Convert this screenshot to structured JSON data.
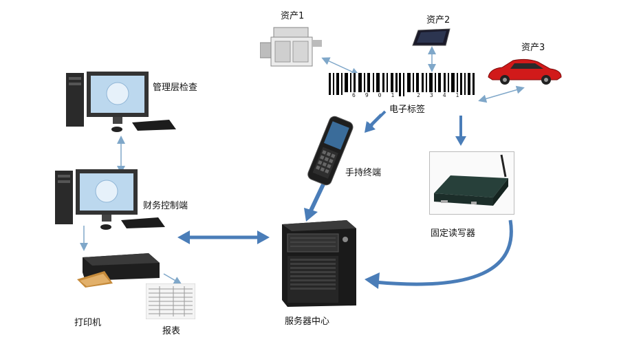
{
  "labels": {
    "asset1": "资产1",
    "asset2": "资产2",
    "asset3": "资产3",
    "rfid_tag": "电子标签",
    "management_check": "管理层检查",
    "finance_terminal": "财务控制端",
    "handheld_terminal": "手持终端",
    "fixed_reader": "固定读写器",
    "server_center": "服务器中心",
    "printer": "打印机",
    "report": "报表"
  },
  "barcode_text": "6901 2341",
  "colors": {
    "thin_arrow": "#7fa7c9",
    "thick_arrow": "#4a7db8",
    "monitor_screen": "#bcd8ee",
    "pc_body": "#2a2a2a",
    "car": "#d11a1a"
  }
}
